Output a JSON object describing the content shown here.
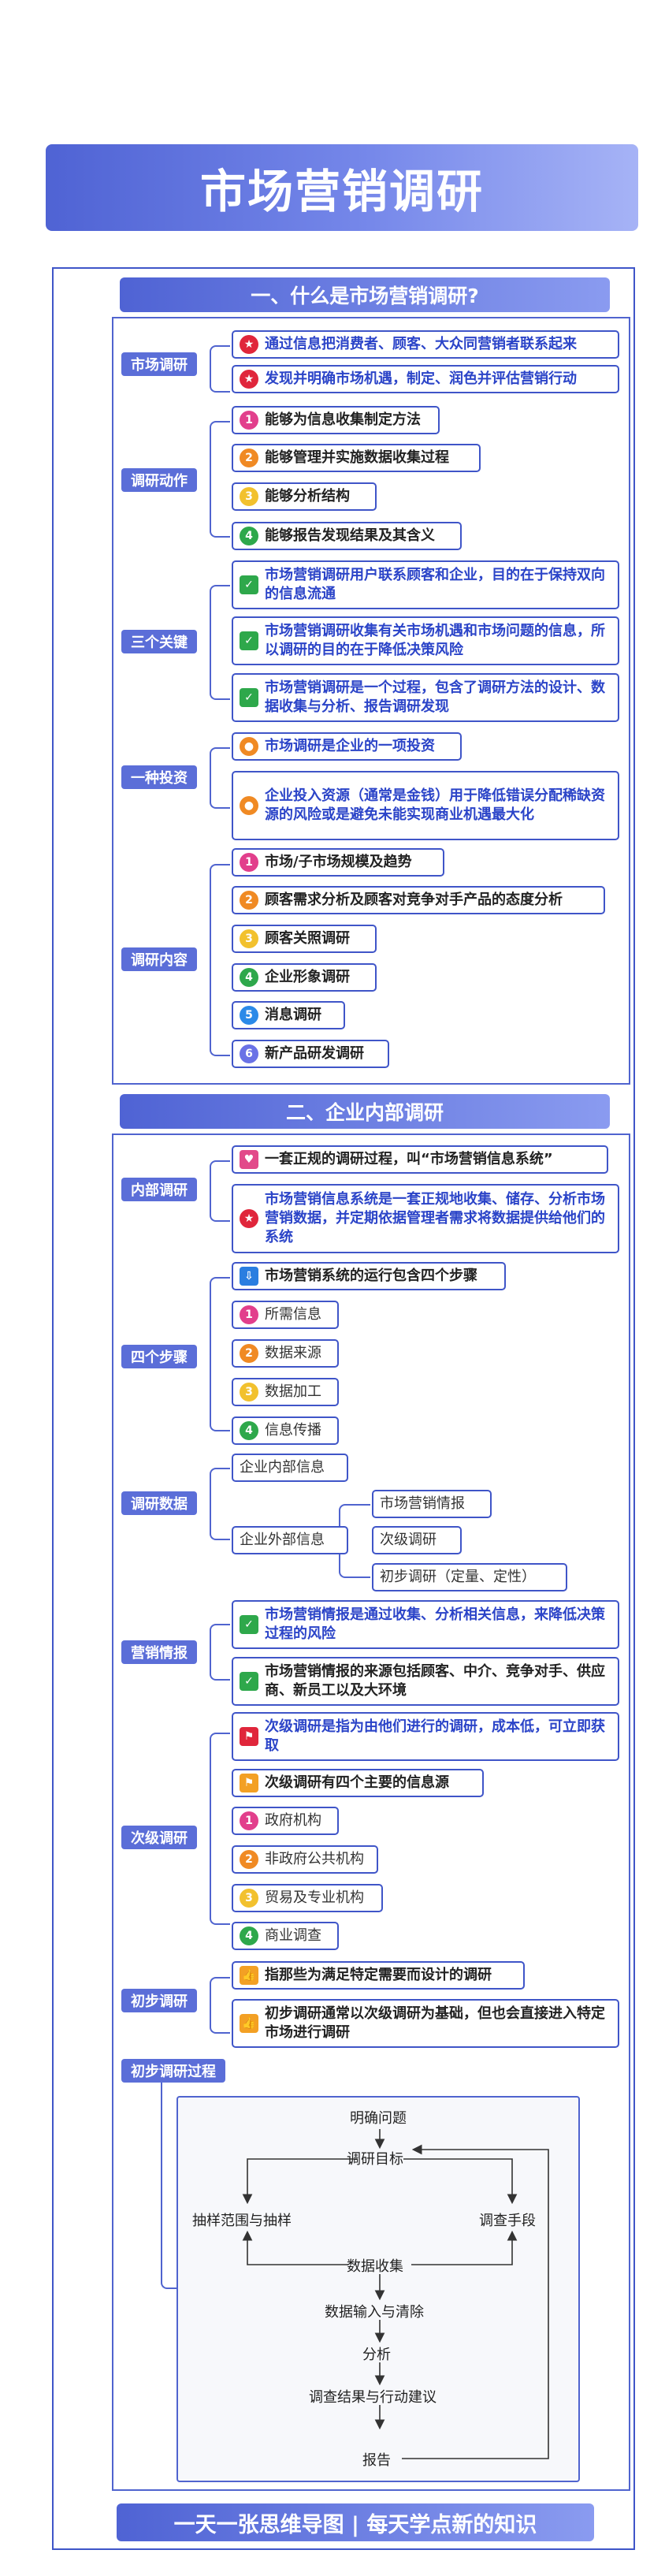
{
  "title": "市场营销调研",
  "footer": "一天一张思维导图 | 每天学点新的知识",
  "sections": [
    {
      "header": "一、什么是市场营销调研?",
      "categories": [
        {
          "label": "市场调研",
          "items": [
            {
              "icon": "red-star-icon",
              "text": "通过信息把消费者、顾客、大众同营销者联系起来"
            },
            {
              "icon": "red-star-icon",
              "text": "发现并明确市场机遇，制定、润色并评估营销行动"
            }
          ]
        },
        {
          "label": "调研动作",
          "items": [
            {
              "icon": "number-1-icon",
              "num": "1",
              "text": "能够为信息收集制定方法"
            },
            {
              "icon": "number-2-icon",
              "num": "2",
              "text": "能够管理并实施数据收集过程"
            },
            {
              "icon": "number-3-icon",
              "num": "3",
              "text": "能够分析结构"
            },
            {
              "icon": "number-4-icon",
              "num": "4",
              "text": "能够报告发现结果及其含义"
            }
          ]
        },
        {
          "label": "三个关键",
          "items": [
            {
              "icon": "green-check-icon",
              "text": "市场营销调研用户联系顾客和企业，目的在于保持双向的信息流通"
            },
            {
              "icon": "green-check-icon",
              "text": "市场营销调研收集有关市场机遇和市场问题的信息，所以调研的目的在于降低决策风险"
            },
            {
              "icon": "green-check-icon",
              "text": "市场营销调研是一个过程，包含了调研方法的设计、数据收集与分析、报告调研发现"
            }
          ]
        },
        {
          "label": "一种投资",
          "items": [
            {
              "icon": "orange-dot-icon",
              "text": "市场调研是企业的一项投资"
            },
            {
              "icon": "orange-dot-icon",
              "text": "企业投入资源（通常是金钱）用于降低错误分配稀缺资源的风险或是避免未能实现商业机遇最大化"
            }
          ]
        },
        {
          "label": "调研内容",
          "items": [
            {
              "icon": "number-1-icon",
              "num": "1",
              "text": "市场/子市场规模及趋势"
            },
            {
              "icon": "number-2-icon",
              "num": "2",
              "text": "顾客需求分析及顾客对竞争对手产品的态度分析"
            },
            {
              "icon": "number-3-icon",
              "num": "3",
              "text": "顾客关照调研"
            },
            {
              "icon": "number-4-icon",
              "num": "4",
              "text": "企业形象调研"
            },
            {
              "icon": "number-5-icon",
              "num": "5",
              "text": "消息调研"
            },
            {
              "icon": "number-6-icon",
              "num": "6",
              "text": "新产品研发调研"
            }
          ]
        }
      ]
    },
    {
      "header": "二、企业内部调研",
      "categories": [
        {
          "label": "内部调研",
          "items": [
            {
              "icon": "heart-icon",
              "text": "一套正规的调研过程，叫“市场营销信息系统”"
            },
            {
              "icon": "red-star-icon",
              "text": "市场营销信息系统是一套正规地收集、储存、分析市场营销数据，并定期依据管理者需求将数据提供给他们的系统"
            }
          ]
        },
        {
          "label": "四个步骤",
          "items": [
            {
              "icon": "download-icon",
              "text": "市场营销系统的运行包含四个步骤"
            },
            {
              "icon": "number-1-icon",
              "num": "1",
              "text": "所需信息"
            },
            {
              "icon": "number-2-icon",
              "num": "2",
              "text": "数据来源"
            },
            {
              "icon": "number-3-icon",
              "num": "3",
              "text": "数据加工"
            },
            {
              "icon": "number-4-icon",
              "num": "4",
              "text": "信息传播"
            }
          ]
        },
        {
          "label": "调研数据",
          "items": [
            {
              "text": "企业内部信息"
            },
            {
              "text": "企业外部信息",
              "children": [
                "市场营销情报",
                "次级调研",
                "初步调研（定量、定性）"
              ]
            }
          ]
        },
        {
          "label": "营销情报",
          "items": [
            {
              "icon": "green-check-icon",
              "text": "市场营销情报是通过收集、分析相关信息，来降低决策过程的风险"
            },
            {
              "icon": "green-check-icon",
              "text": "市场营销情报的来源包括顾客、中介、竞争对手、供应商、新员工以及大环境"
            }
          ]
        },
        {
          "label": "次级调研",
          "items": [
            {
              "icon": "flag-icon",
              "text": "次级调研是指为由他们进行的调研，成本低，可立即获取"
            },
            {
              "icon": "flag-icon",
              "text": "次级调研有四个主要的信息源"
            },
            {
              "icon": "number-1-icon",
              "num": "1",
              "text": "政府机构"
            },
            {
              "icon": "number-2-icon",
              "num": "2",
              "text": "非政府公共机构"
            },
            {
              "icon": "number-3-icon",
              "num": "3",
              "text": "贸易及专业机构"
            },
            {
              "icon": "number-4-icon",
              "num": "4",
              "text": "商业调查"
            }
          ]
        },
        {
          "label": "初步调研",
          "items": [
            {
              "icon": "thumb-up-icon",
              "text": "指那些为满足特定需要而设计的调研"
            },
            {
              "icon": "thumb-up-icon",
              "text": "初步调研通常以次级调研为基础，但也会直接进入特定市场进行调研"
            }
          ]
        },
        {
          "label": "初步调研过程",
          "items": []
        }
      ]
    }
  ],
  "flowchart": {
    "define_problem": "明确问题",
    "research_goal": "调研目标",
    "sampling": "抽样范围与抽样",
    "survey_method": "调查手段",
    "data_collection": "数据收集",
    "data_entry": "数据输入与清除",
    "analysis": "分析",
    "results": "调查结果与行动建议",
    "report": "报告"
  },
  "colors": {
    "primary": "#3f55c8",
    "label_bg": "#5b6ed8",
    "gradient_end": "#a6b3f6"
  }
}
